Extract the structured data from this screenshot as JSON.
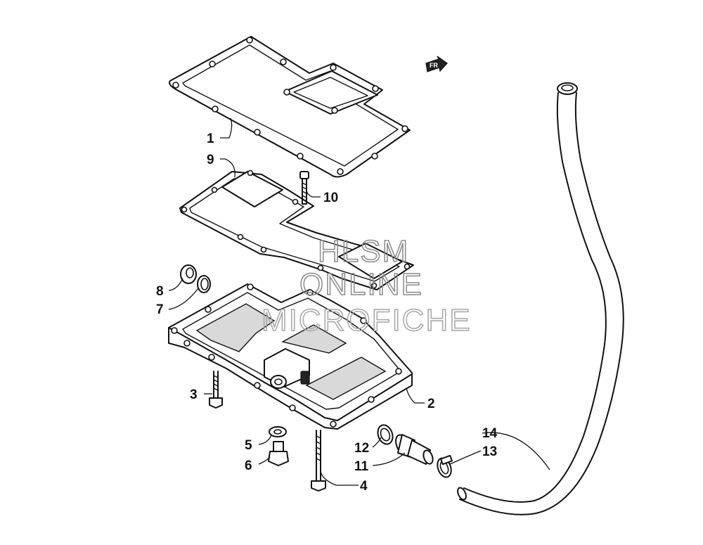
{
  "callouts": {
    "p1": "1",
    "p2": "2",
    "p3": "3",
    "p4": "4",
    "p5": "5",
    "p6": "6",
    "p7": "7",
    "p8": "8",
    "p9": "9",
    "p10": "10",
    "p11": "11",
    "p12": "12",
    "p13": "13",
    "p14": "14"
  },
  "watermark": {
    "line1": "HLSM",
    "line2": "ONLINE",
    "line3": "MICROFICHE"
  },
  "direction_marker": "FR"
}
